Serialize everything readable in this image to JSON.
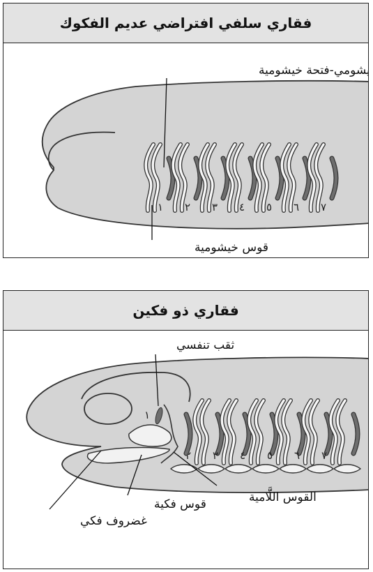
{
  "panels": [
    {
      "title": "فقاري سلفي افتراضي عديم الفكوك",
      "labels": {
        "gill_slit": "شق خيشومي-فتحة خيشومية",
        "gill_arch": "قوس خيشومية"
      },
      "arch_numbers": [
        "١",
        "٢",
        "٣",
        "٤",
        "٥",
        "٦",
        "٧"
      ]
    },
    {
      "title": "فقاري ذو فكين",
      "labels": {
        "spiracle": "ثقب تنفسي",
        "jaw_arch": "قوس فكية",
        "jaw_cartilage": "غضروف فكي",
        "hyoid_arch": "القوس اللَّامية"
      },
      "arch_numbers": [
        "١",
        "٢",
        "٣",
        "٤",
        "٥",
        "٦",
        "٧"
      ]
    }
  ],
  "colors": {
    "body_fill": "#d4d4d4",
    "slit_fill": "#6e6e6e",
    "outline": "#333333",
    "header_bg": "#e3e3e3"
  }
}
